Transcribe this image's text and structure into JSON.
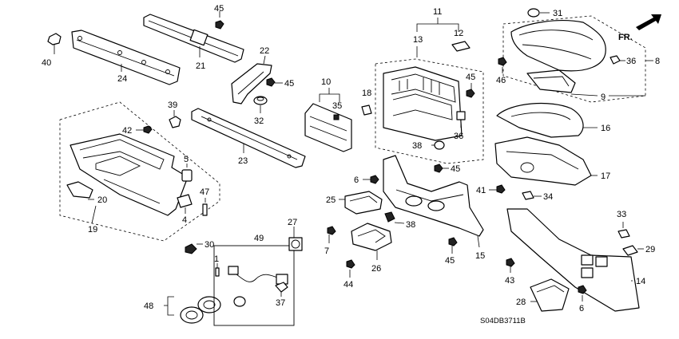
{
  "callouts": {
    "c1": "1",
    "c4": "4",
    "c5": "5",
    "c6a": "6",
    "c6b": "6",
    "c7": "7",
    "c8": "8",
    "c9": "9",
    "c10": "10",
    "c11": "11",
    "c12": "12",
    "c13": "13",
    "c14": "14",
    "c15": "15",
    "c16": "16",
    "c17": "17",
    "c18": "18",
    "c19": "19",
    "c20": "20",
    "c21": "21",
    "c22": "22",
    "c23": "23",
    "c24": "24",
    "c25": "25",
    "c26": "26",
    "c27": "27",
    "c28": "28",
    "c29": "29",
    "c30": "30",
    "c31": "31",
    "c32": "32",
    "c33": "33",
    "c34": "34",
    "c35": "35",
    "c36a": "36",
    "c36b": "36",
    "c37": "37",
    "c38a": "38",
    "c38b": "38",
    "c39": "39",
    "c40": "40",
    "c41": "41",
    "c42": "42",
    "c43": "43",
    "c44": "44",
    "c45a": "45",
    "c45b": "45",
    "c45c": "45",
    "c45d": "45",
    "c45e": "45",
    "c46": "46",
    "c47": "47",
    "c48": "48",
    "c49": "49"
  },
  "front_indicator": "FR.",
  "diagram_code": "S04DB3711B",
  "icons": {
    "front_arrow": "arrow-up-right-icon"
  }
}
